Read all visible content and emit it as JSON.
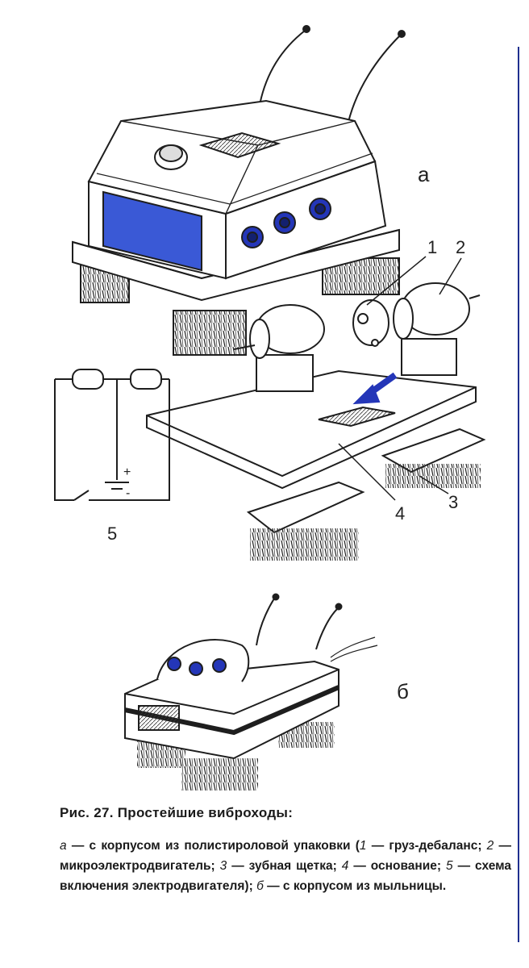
{
  "figure": {
    "labels": {
      "a": "а",
      "b": "б",
      "n1": "1",
      "n2": "2",
      "n3": "3",
      "n4": "4",
      "n5": "5",
      "plus": "+",
      "minus": "-"
    },
    "colors": {
      "ink": "#1e1e1e",
      "blue": "#2436b8",
      "screen": "#3a59d6",
      "paper": "#ffffff",
      "rule": "#1f2f8f"
    }
  },
  "caption": {
    "title": "Рис. 27. Простейшие виброходы:",
    "p_a_letter": "а",
    "p_a_text": " — с корпусом из полистироловой упаковки (",
    "i1": "1",
    "t1": " — груз-дебаланс; ",
    "i2": "2",
    "t2": " — микроэлектродви­гатель; ",
    "i3": "3",
    "t3": " — зубная щетка; ",
    "i4": "4",
    "t4": " — основание; ",
    "i5": "5",
    "t5": " — схема включения электродвигателя); ",
    "p_b_letter": "б",
    "p_b_text": " — с корпусом из мыльницы."
  }
}
